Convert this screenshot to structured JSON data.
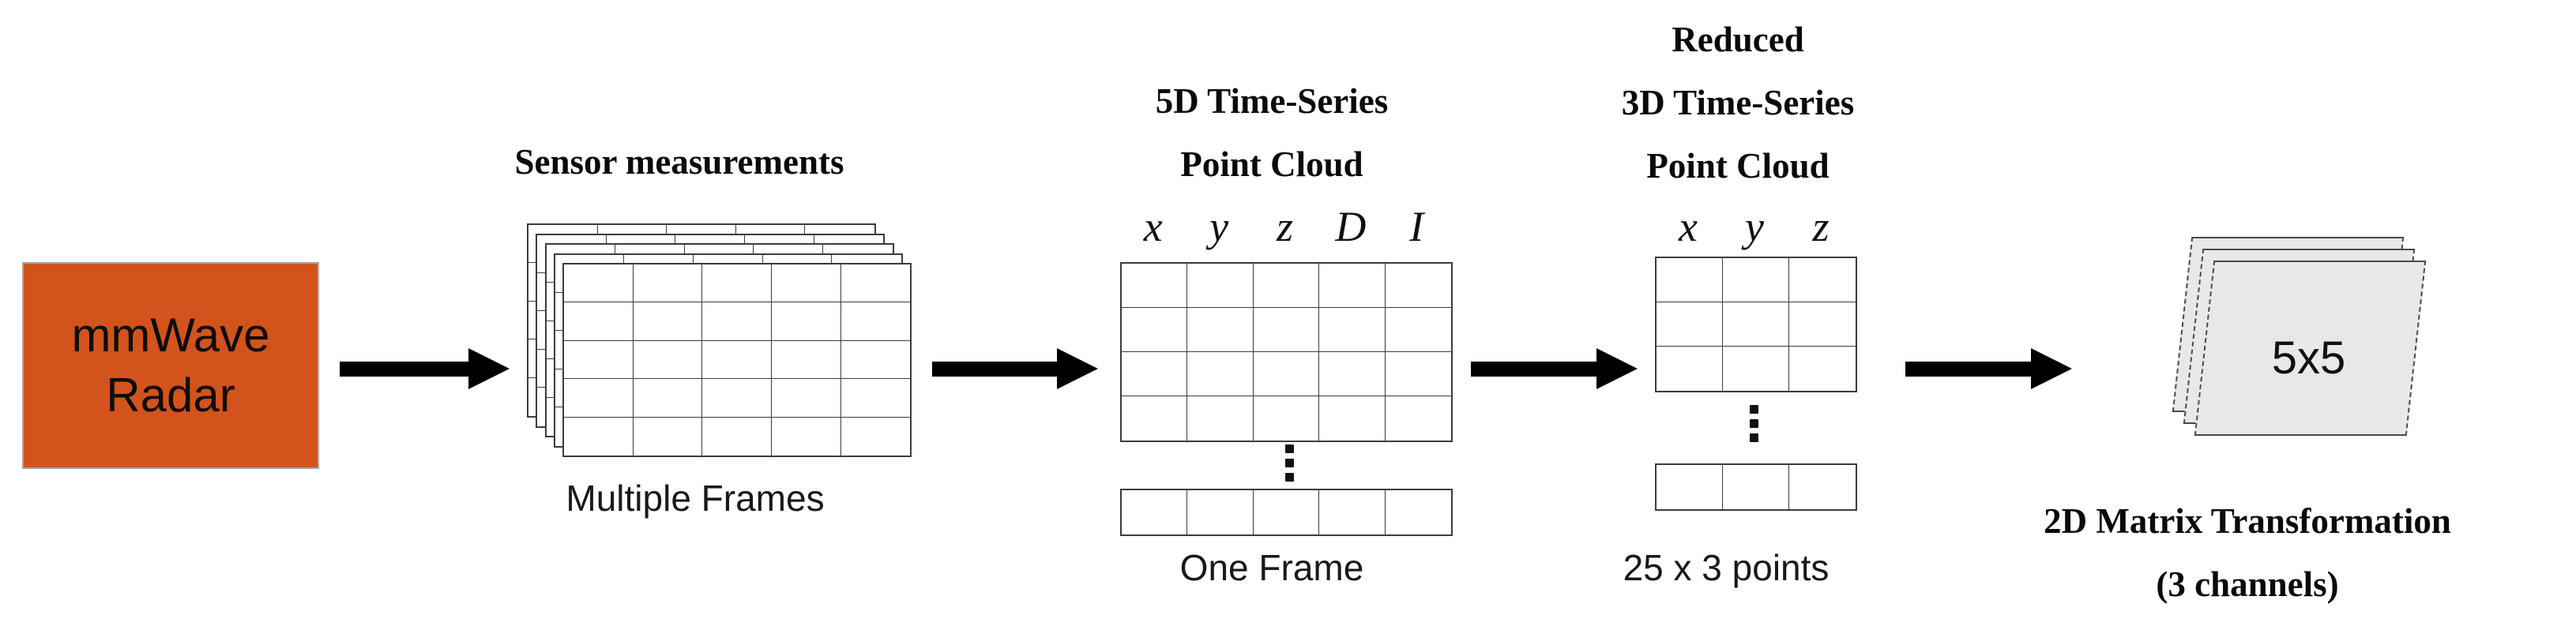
{
  "figure": {
    "background": "#ffffff",
    "radar": {
      "line1": "mmWave",
      "line2": "Radar",
      "fill": "#D2531C",
      "border_color": "#A6A6A6"
    },
    "frames": {
      "title": "Sensor measurements",
      "caption": "Multiple Frames",
      "layer_count": 5,
      "grid_rows": 5,
      "grid_cols": 5
    },
    "cloud5d": {
      "title1": "5D Time-Series",
      "title2": "Point Cloud",
      "headers": [
        "x",
        "y",
        "z",
        "D",
        "I"
      ],
      "grid_rows": 4,
      "grid_cols": 5,
      "tail_cells": 5,
      "caption": "One Frame"
    },
    "cloud3d": {
      "title1": "Reduced",
      "title2": "3D Time-Series",
      "title3": "Point Cloud",
      "headers": [
        "x",
        "y",
        "z"
      ],
      "grid_rows": 3,
      "grid_cols": 3,
      "tail_cells": 3,
      "caption": "25 x 3 points"
    },
    "matrix": {
      "label": "5x5",
      "layer_count": 3,
      "fill": "#E8E8E8",
      "caption1": "2D Matrix Transformation",
      "caption2": "(3 channels)"
    },
    "arrow_color": "#000000",
    "arrow_count": 4
  }
}
